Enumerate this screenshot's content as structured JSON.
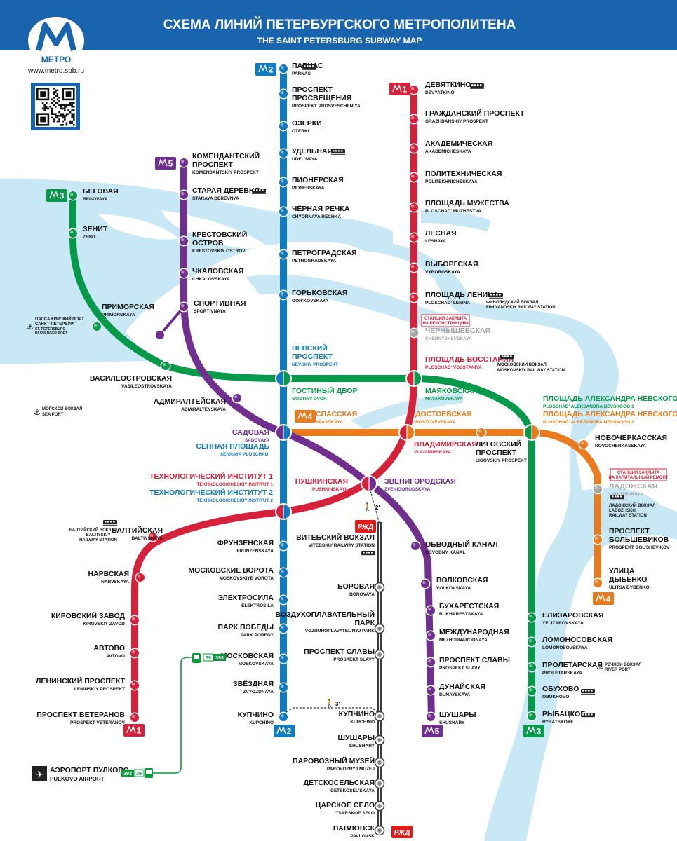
{
  "header": {
    "title_ru": "СХЕМА ЛИНИЙ ПЕТЕРБУРГСКОГО МЕТРОПОЛИТЕНА",
    "title_en": "THE SAINT PETERSBURG SUBWAY MAP",
    "logo_text": "МЕТРО",
    "website": "www.metro.spb.ru"
  },
  "colors": {
    "header": "#1a64ad",
    "line1": "#d6213b",
    "line2": "#0f7bc3",
    "line3": "#049a4a",
    "line4": "#ea7a1b",
    "line5": "#702f8e",
    "water": "#c8e8f6",
    "closed": "#a5a5a5",
    "rail": "#3a3a3a"
  },
  "lines": [
    {
      "id": "1",
      "label": "1"
    },
    {
      "id": "2",
      "label": "2"
    },
    {
      "id": "3",
      "label": "3"
    },
    {
      "id": "4",
      "label": "4"
    },
    {
      "id": "5",
      "label": "5"
    }
  ],
  "stations": {
    "parnas": {
      "ru": "ПАРНАС",
      "en": "PARNAS"
    },
    "prosvescheniya": {
      "ru": "ПРОСПЕКТ ПРОСВЕЩЕНИЯ",
      "en": "PROSPEKT PROSVESCHENIYA"
    },
    "ozerki": {
      "ru": "ОЗЕРКИ",
      "en": "OZERKI"
    },
    "udelnaya": {
      "ru": "УДЕЛЬНАЯ",
      "en": "UDEL'NAYA"
    },
    "pionerskaya": {
      "ru": "ПИОНЕРСКАЯ",
      "en": "PIONERSKAYA"
    },
    "chyornaya": {
      "ru": "ЧЁРНАЯ РЕЧКА",
      "en": "CHYORNAYA RECHKA"
    },
    "petrogradskaya": {
      "ru": "ПЕТРОГРАДСКАЯ",
      "en": "PETROGRADSKAYA"
    },
    "gorkovskaya": {
      "ru": "ГОРЬКОВСКАЯ",
      "en": "GOR'KOVSKAYA"
    },
    "nevsky": {
      "ru": "НЕВСКИЙ ПРОСПЕКТ",
      "en": "NEVSKIY PROSPEKT"
    },
    "sennaya": {
      "ru": "СЕННАЯ ПЛОЩАДЬ",
      "en": "SENNAYA PLOSCHAD'"
    },
    "tech2": {
      "ru": "ТЕХНОЛОГИЧЕСКИЙ ИНСТИТУТ 2",
      "en": "TEKHNOLOGICHESKIY INSTITUT 2"
    },
    "frunzenskaya": {
      "ru": "ФРУНЗЕНСКАЯ",
      "en": "FRUNZENSKAYA"
    },
    "moskovskie": {
      "ru": "МОСКОВСКИЕ ВОРОТА",
      "en": "MOSKOVSKIYE VOROTA"
    },
    "elektrosila": {
      "ru": "ЭЛЕКТРОСИЛА",
      "en": "ELEKTROSILA"
    },
    "parkpobedy": {
      "ru": "ПАРК ПОБЕДЫ",
      "en": "PARK POBEDY"
    },
    "moskovskaya": {
      "ru": "МОСКОВСКАЯ",
      "en": "MOSKOVSKAYA"
    },
    "zvyozdnaya": {
      "ru": "ЗВЁЗДНАЯ",
      "en": "ZVYOZDNAYA"
    },
    "kupchino": {
      "ru": "КУПЧИНО",
      "en": "KUPCHINO"
    },
    "devyatkino": {
      "ru": "ДЕВЯТКИНО",
      "en": "DEVYATKINO"
    },
    "grazhdansky": {
      "ru": "ГРАЖДАНСКИЙ ПРОСПЕКТ",
      "en": "GRAZHDANSKIY PROSPEKT"
    },
    "akademicheskaya": {
      "ru": "АКАДЕМИЧЕСКАЯ",
      "en": "AKADEMICHESKAYA"
    },
    "politekhnicheskaya": {
      "ru": "ПОЛИТЕХНИЧЕСКАЯ",
      "en": "POLITEKHNICHESKAYA"
    },
    "muzhestva": {
      "ru": "ПЛОЩАДЬ МУЖЕСТВА",
      "en": "PLOSCHAD' MUZHESTVA"
    },
    "lesnaya": {
      "ru": "ЛЕСНАЯ",
      "en": "LESNAYA"
    },
    "vyborgskaya": {
      "ru": "ВЫБОРГСКАЯ",
      "en": "VYBORGSKAYA"
    },
    "lenina": {
      "ru": "ПЛОЩАДЬ ЛЕНИНА",
      "en": "PLOSCHAD' LENINA"
    },
    "chernyshevskaya": {
      "ru": "ЧЕРНЫШЕВСКАЯ",
      "en": "CHERNYSHEVSKAYA"
    },
    "vosstaniya": {
      "ru": "ПЛОЩАДЬ ВОССТАНИЯ",
      "en": "PLOSCHAD' VOSSTANIYA"
    },
    "vladimirskaya": {
      "ru": "ВЛАДИМИРСКАЯ",
      "en": "VLADIMIRSKAYA"
    },
    "pushkinskaya": {
      "ru": "ПУШКИНСКАЯ",
      "en": "PUSHKINSKAYA"
    },
    "tech1": {
      "ru": "ТЕХНОЛОГИЧЕСКИЙ ИНСТИТУТ 1",
      "en": "TEKHNOLOGICHESKIY INSTITUT 1"
    },
    "baltiyskaya": {
      "ru": "БАЛТИЙСКАЯ",
      "en": "BALTIYSKAYA"
    },
    "narvskaya": {
      "ru": "НАРВСКАЯ",
      "en": "NARVSKAYA"
    },
    "kirovsky": {
      "ru": "КИРОВСКИЙ ЗАВОД",
      "en": "KIROVSKIY ZAVOD"
    },
    "avtovo": {
      "ru": "АВТОВО",
      "en": "AVTOVO"
    },
    "leninsky": {
      "ru": "ЛЕНИНСКИЙ ПРОСПЕКТ",
      "en": "LENINSKIY PROSPEKT"
    },
    "veteranov": {
      "ru": "ПРОСПЕКТ ВЕТЕРАНОВ",
      "en": "PROSPEKT VETERANOV"
    },
    "begovaya": {
      "ru": "БЕГОВАЯ",
      "en": "BEGOVAYA"
    },
    "zenit": {
      "ru": "ЗЕНИТ",
      "en": "ZENIT"
    },
    "primorskaya": {
      "ru": "ПРИМОРСКАЯ",
      "en": "PRIMORSKAYA"
    },
    "vasileostrovskaya": {
      "ru": "ВАСИЛЕОСТРОВСКАЯ",
      "en": "VASILEOSTROVSKAYA"
    },
    "gostiny": {
      "ru": "ГОСТИНЫЙ ДВОР",
      "en": "GOSTINY DVOR"
    },
    "mayakovskaya": {
      "ru": "МАЯКОВСКАЯ",
      "en": "MAYAKOVSKAYA"
    },
    "nevskogo1": {
      "ru": "ПЛОЩАДЬ АЛЕКСАНДРА НЕВСКОГО 1",
      "en": "PLOSCHAD' ALEKSANDRA NEVSKOGO 1"
    },
    "nevskogo2": {
      "ru": "ПЛОЩАДЬ АЛЕКСАНДРА НЕВСКОГО 2",
      "en": "PLOSCHAD' ALEKSANDRA NEVSKOGO 2"
    },
    "yelizarovskaya": {
      "ru": "ЕЛИЗАРОВСКАЯ",
      "en": "YELIZAROVSKAYA"
    },
    "lomonosovskaya": {
      "ru": "ЛОМОНОСОВСКАЯ",
      "en": "LOMONOSOVSKAYA"
    },
    "proletarskaya": {
      "ru": "ПРОЛЕТАРСКАЯ",
      "en": "PROLETARSKAYA"
    },
    "obukhovo": {
      "ru": "ОБУХОВО",
      "en": "OBUKHOVO"
    },
    "rybatskoye": {
      "ru": "РЫБАЦКОЕ",
      "en": "RYBATSKOYE"
    },
    "spasskaya": {
      "ru": "СПАССКАЯ",
      "en": "SPASSKAYA"
    },
    "dostoevskaya": {
      "ru": "ДОСТОЕВСКАЯ",
      "en": "DOSTOYEVSKAYA"
    },
    "ligovsky": {
      "ru": "ЛИГОВСКИЙ ПРОСПЕКТ",
      "en": "LIGOVSKIY PROSPEKT"
    },
    "novocherkasskaya": {
      "ru": "НОВОЧЕРКАССКАЯ",
      "en": "NOVOCHERKASSKAYA"
    },
    "ladozhskaya": {
      "ru": "ЛАДОЖСКАЯ",
      "en": "LADOZHSKAYA"
    },
    "bolshevikov": {
      "ru": "ПРОСПЕКТ БОЛЬШЕВИКОВ",
      "en": "PROSPEKT BOL'SHEVIKOV"
    },
    "dybenko": {
      "ru": "УЛИЦА ДЫБЕНКО",
      "en": "ULITSA DYBENKO"
    },
    "komendantsky": {
      "ru": "КОМЕНДАНТСКИЙ ПРОСПЕКТ",
      "en": "KOMENDANTSKIY PROSPEKT"
    },
    "staraya": {
      "ru": "СТАРАЯ ДЕРЕВНЯ",
      "en": "STARAYA DEREVNYA"
    },
    "krestovsky": {
      "ru": "КРЕСТОВСКИЙ ОСТРОВ",
      "en": "KRESTOVSKIY OSTROV"
    },
    "chkalovskaya": {
      "ru": "ЧКАЛОВСКАЯ",
      "en": "CHKALOVSKAYA"
    },
    "sportivnaya": {
      "ru": "СПОРТИВНАЯ",
      "en": "SPORTIVNAYA"
    },
    "admiralteyskaya": {
      "ru": "АДМИРАЛТЕЙСКАЯ",
      "en": "ADMIRALTEYSKAYA"
    },
    "sadovaya": {
      "ru": "САДОВАЯ",
      "en": "SADOVAYA"
    },
    "zvenigorodskaya": {
      "ru": "ЗВЕНИГОРОДСКАЯ",
      "en": "ZVENIGORODSKAYA"
    },
    "obvodny": {
      "ru": "ОБВОДНЫЙ КАНАЛ",
      "en": "OBVODNY KANAL"
    },
    "volkovskaya": {
      "ru": "ВОЛКОВСКАЯ",
      "en": "VOLKOVSKAYA"
    },
    "bukharestskaya": {
      "ru": "БУХАРЕСТСКАЯ",
      "en": "BUKHARESTSKAYA"
    },
    "mezhdunarodnaya": {
      "ru": "МЕЖДУНАРОДНАЯ",
      "en": "MEZHDUNARODNAYA"
    },
    "slavy5": {
      "ru": "ПРОСПЕКТ СЛАВЫ",
      "en": "PROSPEKT SLAVY"
    },
    "dunayskaya": {
      "ru": "ДУНАЙСКАЯ",
      "en": "DUNAYSKAYA"
    },
    "shushary5": {
      "ru": "ШУШАРЫ",
      "en": "SHUSHARY"
    },
    "vitebsky": {
      "ru": "ВИТЕБСКИЙ ВОКЗАЛ",
      "en": "VITEBSKIY RAILWAY STATION"
    },
    "borovaya": {
      "ru": "БОРОВАЯ",
      "en": "BOROVAYA"
    },
    "vozdukh": {
      "ru": "ВОЗДУХОПЛАВАТЕЛЬНЫЙ ПАРК",
      "en": "VOZDUHOPLAVATEL'NYJ PARK"
    },
    "slavy_rail": {
      "ru": "ПРОСПЕКТ СЛАВЫ",
      "en": "PROSPEKT SLAVY"
    },
    "kupchino_rail": {
      "ru": "КУПЧИНО",
      "en": "KUPCHINO"
    },
    "shushary_rail": {
      "ru": "ШУШАРЫ",
      "en": "SHUSHARY"
    },
    "parovozny": {
      "ru": "ПАРОВОЗНЫЙ МУЗЕЙ",
      "en": "PAROVOZNYJ MUZEJ"
    },
    "detskoselskaya": {
      "ru": "ДЕТСКОСЕЛЬСКАЯ",
      "en": "DETSKOSEL'SKAYA"
    },
    "tsarskoe": {
      "ru": "ЦАРСКОЕ СЕЛО",
      "en": "TSARSKOE SELO"
    },
    "pavlovsk": {
      "ru": "ПАВЛОВСК",
      "en": "PAVLOVSK"
    }
  },
  "notes": {
    "closed_recon_1": "СТАНЦИЯ ЗАКРЫТА",
    "closed_recon_2": "НА РЕКОНСТРУКЦИЮ",
    "closed_repair_1": "СТАНЦИЯ ЗАКРЫТА",
    "closed_repair_2": "НА КАПИТАЛЬНЫЙ РЕМОНТ",
    "finlyandsky_ru": "ФИНЛЯНДСКИЙ ВОКЗАЛ",
    "finlyandsky_en": "FINLYANDSKIY RAILWAY STATION",
    "moskovsky_ru": "МОСКОВСКИЙ ВОКЗАЛ",
    "moskovsky_en": "MOSKOVSKIY RAILWAY STATION",
    "baltiysky_ru": "БАЛТИЙСКИЙ ВОКЗАЛ",
    "baltiysky_en1": "BALTIYSKIY",
    "baltiysky_en2": "RAILWAY STATION",
    "ladozhsky_ru": "ЛАДОЖСКИЙ ВОКЗАЛ",
    "ladozhsky_en1": "LADOZHSKIY",
    "ladozhsky_en2": "RAILWAY STATION",
    "pass_port_1": "ПАССАЖИРСКИЙ ПОРТ",
    "pass_port_2": "САНКТ-ПЕТЕРБУРГ",
    "pass_port_3": "ST. PETERSBURG",
    "pass_port_4": "PASSENGER PORT",
    "sea_port_ru": "МОРСКОЙ ВОКЗАЛ",
    "sea_port_en": "SEA PORT",
    "river_port_ru": "РЕЧНОЙ ВОКЗАЛ",
    "river_port_en": "RIVER PORT",
    "walk_2": "2'",
    "walk_3": "3'",
    "airport_ru": "АЭРОПОРТ ПУЛКОВО",
    "airport_en": "PULKOVO AIRPORT",
    "bus_39": "39",
    "bus_393": "393",
    "rzd": "РЖД"
  }
}
